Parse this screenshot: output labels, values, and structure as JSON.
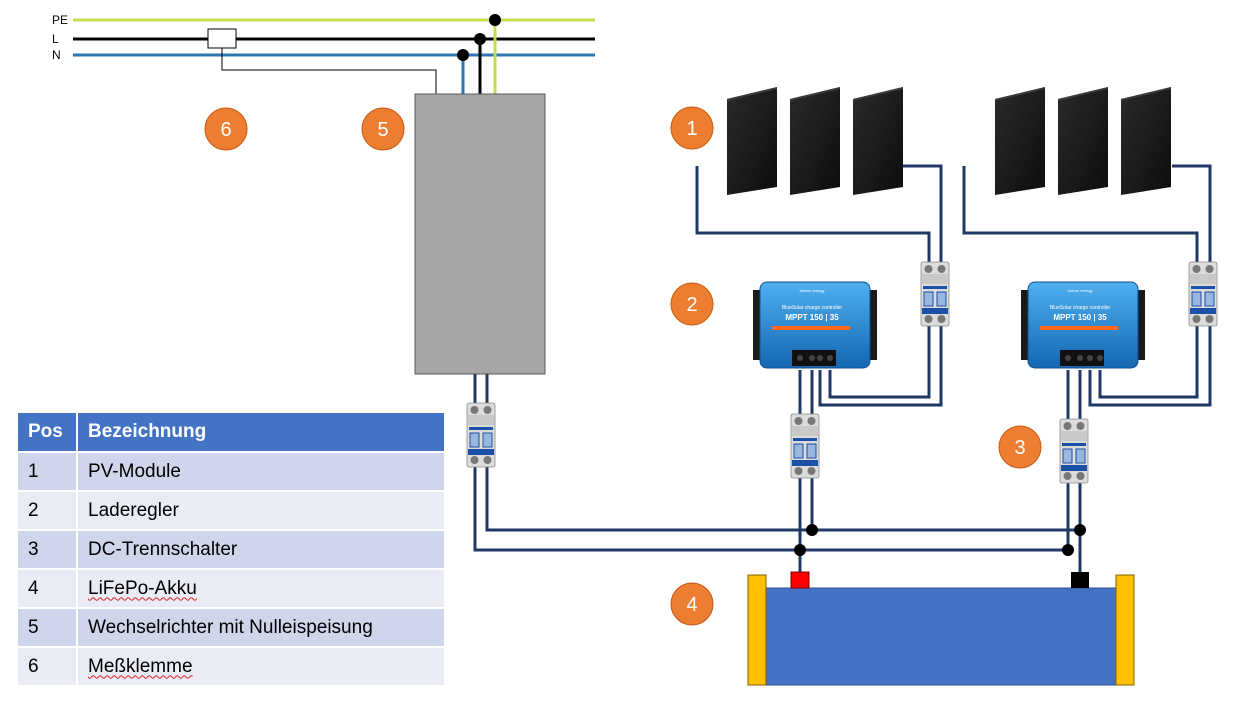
{
  "mains": {
    "pe_label": "PE",
    "l_label": "L",
    "n_label": "N"
  },
  "markers": [
    "1",
    "2",
    "3",
    "4",
    "5",
    "6"
  ],
  "charge_controller": {
    "brand": "victron energy",
    "product_line": "BlueSolar charge controller",
    "model": "MPPT 150 | 35"
  },
  "legend": {
    "headers": {
      "pos": "Pos",
      "name": "Bezeichnung"
    },
    "rows": [
      {
        "pos": "1",
        "name": "PV-Module"
      },
      {
        "pos": "2",
        "name": "Laderegler"
      },
      {
        "pos": "3",
        "name": "DC-Trennschalter"
      },
      {
        "pos": "4",
        "name": "LiFePo-Akku"
      },
      {
        "pos": "5",
        "name": "Wechselrichter mit Nulleispeisung"
      },
      {
        "pos": "6",
        "name": "Meßklemme"
      }
    ]
  },
  "colors": {
    "pe": "#c4dc4e",
    "l": "#000000",
    "n": "#2e75b6",
    "wire": "#1f3864",
    "marker": "#ed7d31",
    "inverter": "#a6a6a6",
    "battery": "#4472c4",
    "battery_end": "#ffc000",
    "positive": "#ff0000",
    "negative": "#000000",
    "panel": "#1a1a1a",
    "controller": "#1e88d6",
    "breaker": "#1c4fa8",
    "table_header": "#4472c4",
    "table_row_odd": "#cfd5ea",
    "table_row_even": "#e9ebf5"
  },
  "icons": [
    "pv-panel-icon",
    "charge-controller-icon",
    "dc-breaker-icon",
    "battery-icon",
    "inverter-icon",
    "current-clamp-icon"
  ]
}
